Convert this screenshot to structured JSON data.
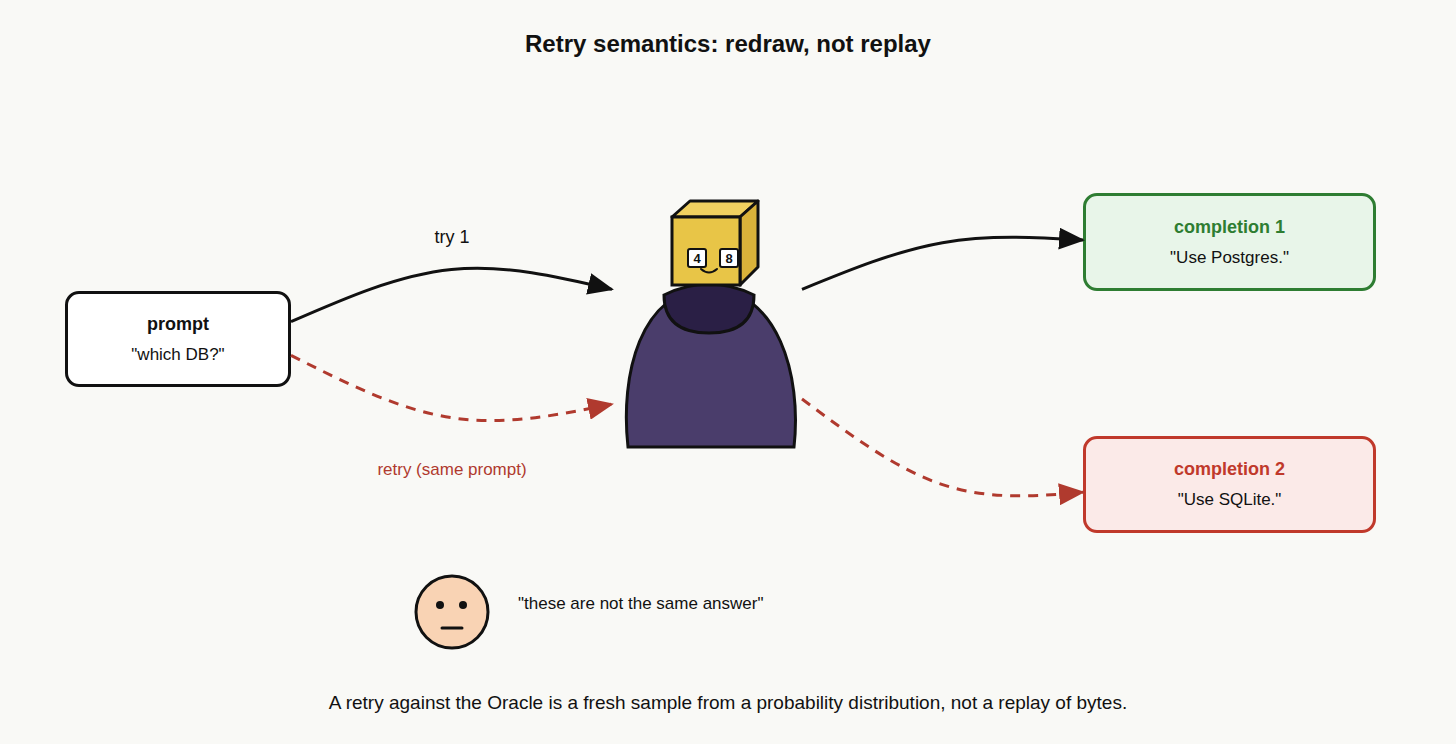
{
  "diagram": {
    "title": "Retry semantics: redraw, not replay",
    "caption": "A retry against the Oracle is a fresh sample from a probability distribution, not a replay of bytes.",
    "nodes": [
      {
        "text": [
          "prompt",
          "\"which DB?\""
        ]
      },
      {
        "text": [
          "4",
          "8"
        ]
      },
      {
        "text": [
          "completion 1",
          "\"Use Postgres.\""
        ]
      },
      {
        "text": [
          "completion 2",
          "\"Use SQLite.\""
        ]
      }
    ],
    "edges": [
      {
        "from": 0,
        "to": 1,
        "arrow": "to",
        "label": "try 1"
      },
      {
        "from": 0,
        "to": 1,
        "arrow": "to",
        "label": "retry (same prompt)"
      },
      {
        "from": 1,
        "to": 2,
        "arrow": "to"
      },
      {
        "from": 1,
        "to": 3,
        "arrow": "to"
      }
    ],
    "labels": [
      "\"these are not the same answer\""
    ]
  }
}
